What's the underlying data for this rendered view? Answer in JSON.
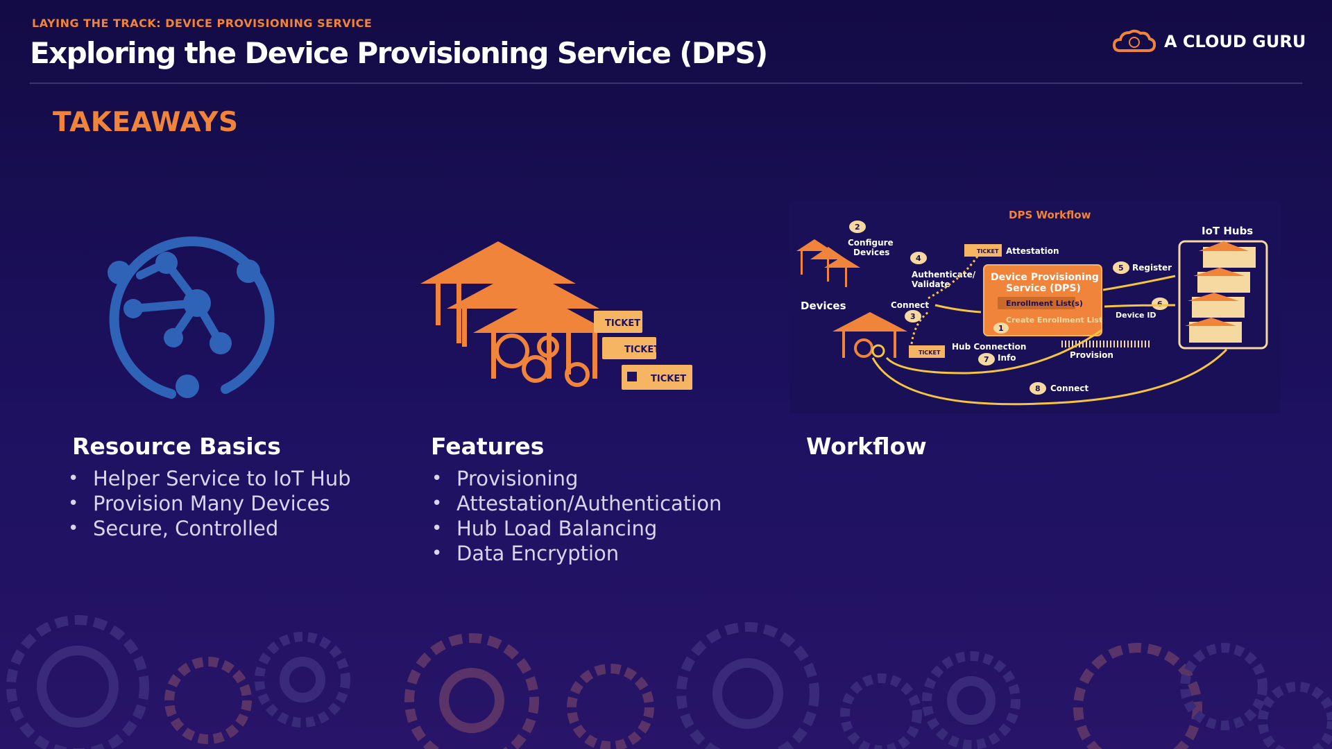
{
  "header": {
    "eyebrow": "LAYING THE TRACK: DEVICE PROVISIONING SERVICE",
    "title": "Exploring the Device Provisioning Service (DPS)",
    "logo_text": "A CLOUD GURU"
  },
  "section_heading": "TAKEAWAYS",
  "columns": [
    {
      "title": "Resource Basics",
      "bullets": [
        "Helper Service to IoT Hub",
        "Provision Many Devices",
        "Secure, Controlled"
      ]
    },
    {
      "title": "Features",
      "bullets": [
        "Provisioning",
        "Attestation/Authentication",
        "Hub Load Balancing",
        "Data Encryption"
      ],
      "illustration_tickets": [
        "TICKET",
        "TICKET",
        "TICKET"
      ]
    },
    {
      "title": "Workflow",
      "bullets": []
    }
  ],
  "workflow_diagram": {
    "title": "DPS Workflow",
    "devices_label": "Devices",
    "hubs_label": "IoT Hubs",
    "dps_title_line1": "Device Provisioning",
    "dps_title_line2": "Service (DPS)",
    "enrollment_lists": "Enrollment List(s)",
    "create_enrollment": "Create Enrollment List",
    "ticket": "TICKET",
    "steps": [
      {
        "num": "1",
        "label": ""
      },
      {
        "num": "2",
        "label_line1": "Configure",
        "label_line2": "Devices"
      },
      {
        "num": "3",
        "label": "Connect"
      },
      {
        "num": "4",
        "label_line1": "Authenticate/",
        "label_line2": "Validate"
      },
      {
        "num": "5",
        "label": "Register"
      },
      {
        "num": "6",
        "label": "Device ID"
      },
      {
        "num": "7",
        "label_line1": "Hub Connection",
        "label_line2": "Info"
      },
      {
        "num": "8",
        "label": "Connect"
      }
    ],
    "attestation": "Attestation",
    "provision": "Provision"
  },
  "colors": {
    "background_top": "#130b45",
    "background_bottom": "#281468",
    "accent_orange": "#f0843a",
    "icon_blue": "#2f63b8",
    "workflow_yellow": "#f5c542",
    "text_white": "#ffffff",
    "text_muted": "#d8d5ec"
  },
  "icons": [
    "cloud-logo-icon",
    "network-hub-icon",
    "station-tickets-icon",
    "background-gear-icon"
  ]
}
